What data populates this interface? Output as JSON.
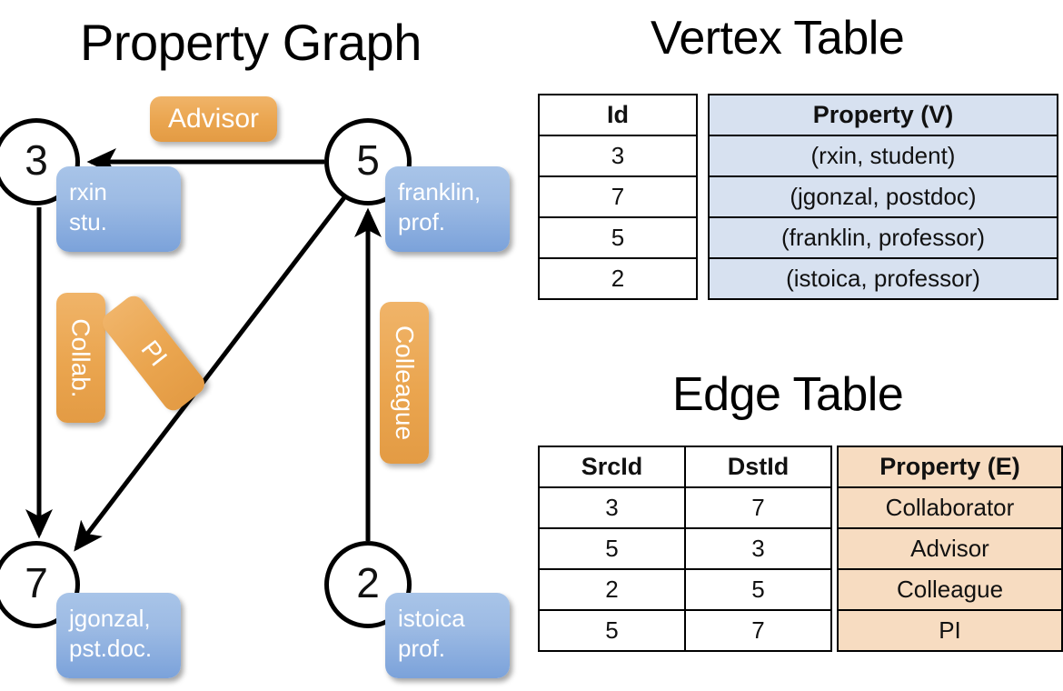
{
  "titles": {
    "property_graph": "Property Graph",
    "vertex_table": "Vertex Table",
    "edge_table": "Edge Table"
  },
  "colors": {
    "vertex_property_fill": "#d7e1f0",
    "edge_property_fill": "#f7dcc1",
    "node_box_blue": "#9dbbe4",
    "edge_label_orange": "#eaa54f",
    "stroke": "#000000"
  },
  "graph": {
    "nodes": [
      {
        "id": "3",
        "property_lines": [
          "rxin",
          "stu."
        ]
      },
      {
        "id": "5",
        "property_lines": [
          "franklin,",
          "prof."
        ]
      },
      {
        "id": "7",
        "property_lines": [
          "jgonzal,",
          "pst.doc."
        ]
      },
      {
        "id": "2",
        "property_lines": [
          "istoica",
          "prof."
        ]
      }
    ],
    "edge_labels": [
      {
        "name": "advisor",
        "text": "Advisor",
        "orientation": "horizontal"
      },
      {
        "name": "collab",
        "text": "Collab.",
        "orientation": "vertical"
      },
      {
        "name": "pi",
        "text": "PI",
        "orientation": "vertical-rotated"
      },
      {
        "name": "colleague",
        "text": "Colleague",
        "orientation": "vertical"
      }
    ],
    "edges": [
      {
        "from": "5",
        "to": "3",
        "label": "Advisor"
      },
      {
        "from": "3",
        "to": "7",
        "label": "Collab."
      },
      {
        "from": "5",
        "to": "7",
        "label": "PI"
      },
      {
        "from": "2",
        "to": "5",
        "label": "Colleague"
      }
    ]
  },
  "vertex_table": {
    "headers": [
      "Id",
      "Property (V)"
    ],
    "rows": [
      {
        "id": "3",
        "property": "(rxin, student)"
      },
      {
        "id": "7",
        "property": "(jgonzal, postdoc)"
      },
      {
        "id": "5",
        "property": "(franklin, professor)"
      },
      {
        "id": "2",
        "property": "(istoica, professor)"
      }
    ]
  },
  "edge_table": {
    "headers": [
      "SrcId",
      "DstId",
      "Property (E)"
    ],
    "rows": [
      {
        "src": "3",
        "dst": "7",
        "property": "Collaborator"
      },
      {
        "src": "5",
        "dst": "3",
        "property": "Advisor"
      },
      {
        "src": "2",
        "dst": "5",
        "property": "Colleague"
      },
      {
        "src": "5",
        "dst": "7",
        "property": "PI"
      }
    ]
  }
}
